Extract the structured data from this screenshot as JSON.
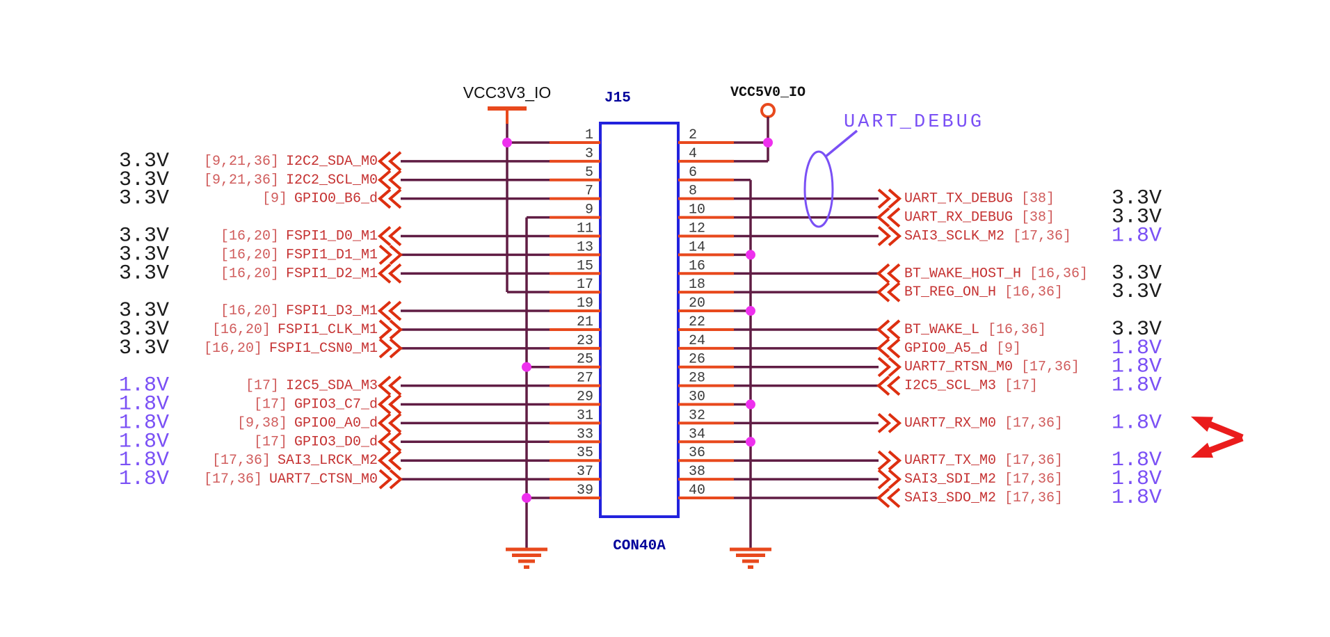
{
  "schematic": {
    "connector": {
      "refdes": "J15",
      "part_label": "CON40A",
      "pin_count": 40
    },
    "power_labels": {
      "left": "VCC3V3_IO",
      "right": "VCC5V0_IO"
    },
    "annotation": {
      "label": "UART_DEBUG",
      "circled_pins": [
        8,
        10,
        12
      ]
    },
    "power_nets": {
      "vcc3v3_pins": [
        1,
        17
      ],
      "vcc5v0_pins": [
        2,
        4
      ],
      "gnd_left_pins": [
        9,
        25,
        39
      ],
      "gnd_right_pins": [
        6,
        14,
        20,
        30,
        34
      ]
    },
    "left_signals": [
      {
        "pin": 3,
        "voltage": "3.3V",
        "ref": "[9,21,36]",
        "name": "I2C2_SDA_M0",
        "chevron": "left"
      },
      {
        "pin": 5,
        "voltage": "3.3V",
        "ref": "[9,21,36]",
        "name": "I2C2_SCL_M0",
        "chevron": "left"
      },
      {
        "pin": 7,
        "voltage": "3.3V",
        "ref": "[9]",
        "name": "GPIO0_B6_d",
        "chevron": "left"
      },
      {
        "pin": 11,
        "voltage": "3.3V",
        "ref": "[16,20]",
        "name": "FSPI1_D0_M1",
        "chevron": "left"
      },
      {
        "pin": 13,
        "voltage": "3.3V",
        "ref": "[16,20]",
        "name": "FSPI1_D1_M1",
        "chevron": "right"
      },
      {
        "pin": 15,
        "voltage": "3.3V",
        "ref": "[16,20]",
        "name": "FSPI1_D2_M1",
        "chevron": "left"
      },
      {
        "pin": 19,
        "voltage": "3.3V",
        "ref": "[16,20]",
        "name": "FSPI1_D3_M1",
        "chevron": "left"
      },
      {
        "pin": 21,
        "voltage": "3.3V",
        "ref": "[16,20]",
        "name": "FSPI1_CLK_M1",
        "chevron": "right"
      },
      {
        "pin": 23,
        "voltage": "3.3V",
        "ref": "[16,20]",
        "name": "FSPI1_CSN0_M1",
        "chevron": "right"
      },
      {
        "pin": 27,
        "voltage": "1.8V",
        "ref": "[17]",
        "name": "I2C5_SDA_M3",
        "chevron": "left"
      },
      {
        "pin": 29,
        "voltage": "1.8V",
        "ref": "[17]",
        "name": "GPIO3_C7_d",
        "chevron": "left"
      },
      {
        "pin": 31,
        "voltage": "1.8V",
        "ref": "[9,38]",
        "name": "GPIO0_A0_d",
        "chevron": "left"
      },
      {
        "pin": 33,
        "voltage": "1.8V",
        "ref": "[17]",
        "name": "GPIO3_D0_d",
        "chevron": "left"
      },
      {
        "pin": 35,
        "voltage": "1.8V",
        "ref": "[17,36]",
        "name": "SAI3_LRCK_M2",
        "chevron": "left"
      },
      {
        "pin": 37,
        "voltage": "1.8V",
        "ref": "[17,36]",
        "name": "UART7_CTSN_M0",
        "chevron": "right"
      }
    ],
    "right_signals": [
      {
        "pin": 8,
        "name": "UART_TX_DEBUG",
        "ref": "[38]",
        "voltage": "3.3V",
        "chevron": "right",
        "marked": false
      },
      {
        "pin": 10,
        "name": "UART_RX_DEBUG",
        "ref": "[38]",
        "voltage": "3.3V",
        "chevron": "left",
        "marked": false
      },
      {
        "pin": 12,
        "name": "SAI3_SCLK_M2",
        "ref": "[17,36]",
        "voltage": "1.8V",
        "chevron": "right",
        "marked": false
      },
      {
        "pin": 16,
        "name": "BT_WAKE_HOST_H",
        "ref": "[16,36]",
        "voltage": "3.3V",
        "chevron": "left",
        "marked": false
      },
      {
        "pin": 18,
        "name": "BT_REG_ON_H",
        "ref": "[16,36]",
        "voltage": "3.3V",
        "chevron": "left",
        "marked": false
      },
      {
        "pin": 22,
        "name": "BT_WAKE_L",
        "ref": "[16,36]",
        "voltage": "3.3V",
        "chevron": "left",
        "marked": false
      },
      {
        "pin": 24,
        "name": "GPIO0_A5_d",
        "ref": "[9]",
        "voltage": "1.8V",
        "chevron": "left",
        "marked": false
      },
      {
        "pin": 26,
        "name": "UART7_RTSN_M0",
        "ref": "[17,36]",
        "voltage": "1.8V",
        "chevron": "right",
        "marked": false
      },
      {
        "pin": 28,
        "name": "I2C5_SCL_M3",
        "ref": "[17]",
        "voltage": "1.8V",
        "chevron": "left",
        "marked": false
      },
      {
        "pin": 32,
        "name": "UART7_RX_M0",
        "ref": "[17,36]",
        "voltage": "1.8V",
        "chevron": "right",
        "marked": true
      },
      {
        "pin": 36,
        "name": "UART7_TX_M0",
        "ref": "[17,36]",
        "voltage": "1.8V",
        "chevron": "right",
        "marked": true
      },
      {
        "pin": 38,
        "name": "SAI3_SDI_M2",
        "ref": "[17,36]",
        "voltage": "1.8V",
        "chevron": "right",
        "marked": false
      },
      {
        "pin": 40,
        "name": "SAI3_SDO_M2",
        "ref": "[17,36]",
        "voltage": "1.8V",
        "chevron": "left",
        "marked": false
      }
    ],
    "colors": {
      "wire": "#601d44",
      "stub": "#e8491d",
      "port": "#dd2f10",
      "signal_text": "#c53232",
      "signal_ref": "#d05c5c",
      "junction": "#ee30ee",
      "body": "#2222dd",
      "body_text": "#00009b",
      "pin_number": "#3a3a3a",
      "v33": "#1c1c1c",
      "v18": "#7a50f5",
      "annotation": "#7a50f5",
      "red_arrow": "#ea1c1c",
      "background": "#ffffff"
    }
  }
}
